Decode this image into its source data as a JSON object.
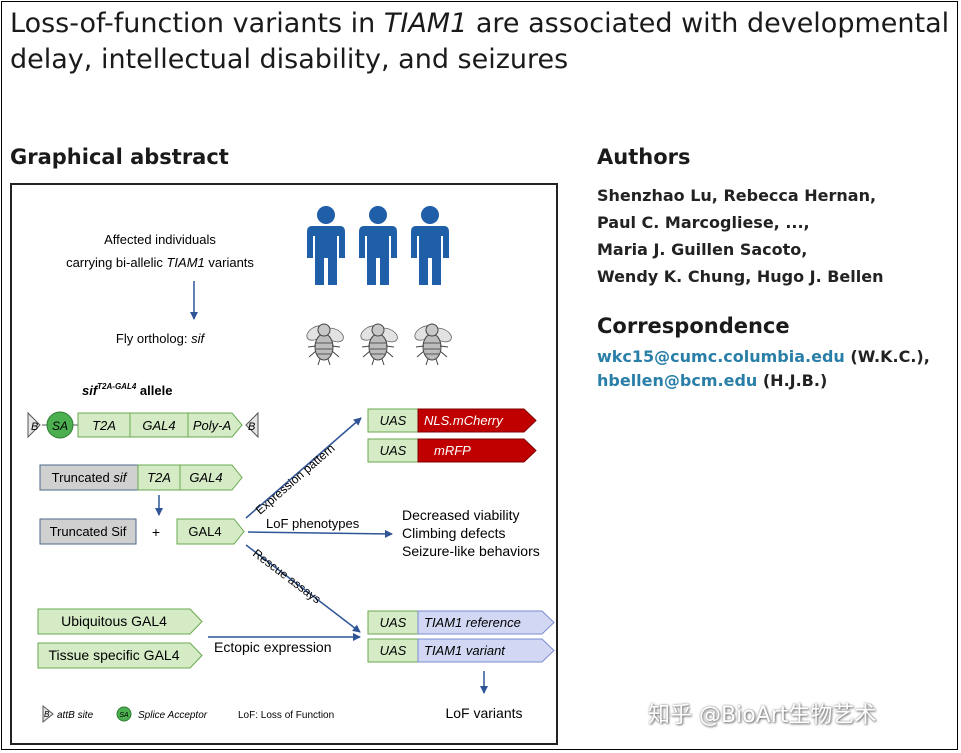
{
  "title": {
    "part1": "Loss-of-function variants in ",
    "italic": "TIAM1",
    "part2": " are associated with developmental delay, intellectual disability, and seizures"
  },
  "graphical_abstract": {
    "heading": "Graphical abstract",
    "affected_line1": "Affected individuals",
    "affected_line2_a": "carrying bi-allelic ",
    "affected_line2_italic": "TIAM1",
    "affected_line2_b": " variants",
    "fly_ortholog_a": "Fly ortholog: ",
    "fly_ortholog_italic": "sif",
    "allele_label_sif": "sif",
    "allele_label_sup": "T2A-GAL4",
    "allele_label_suffix": " allele",
    "construct": {
      "b": "B",
      "sa": "SA",
      "t2a": "T2A",
      "gal4": "GAL4",
      "polya": "Poly-A"
    },
    "truncated_sif_a": "Truncated ",
    "truncated_sif_italic": "sif",
    "truncated_Sif": "Truncated Sif",
    "plus": "+",
    "gal4": "GAL4",
    "uas": "UAS",
    "nls_mcherry": "NLS.mCherry",
    "mrfp": "mRFP",
    "expression_pattern": "Expression pattern",
    "lof_phenotypes": "LoF phenotypes",
    "rescue_assays": "Rescue assays",
    "phenotypes": [
      "Decreased viability",
      "Climbing defects",
      "Seizure-like behaviors"
    ],
    "ubiquitous_gal4": "Ubiquitous GAL4",
    "tissue_gal4": "Tissue specific GAL4",
    "ectopic_expression": "Ectopic expression",
    "tiam1_reference": "TIAM1 reference",
    "tiam1_variant": "TIAM1 variant",
    "lof_variants": "LoF variants",
    "legend": {
      "attb": "attB site",
      "splice": "Splice Acceptor",
      "lof": "LoF: Loss of Function"
    }
  },
  "authors": {
    "heading": "Authors",
    "lines": [
      "Shenzhao Lu, Rebecca Hernan,",
      "Paul C. Marcogliese, ...,",
      "Maria J. Guillen Sacoto,",
      "Wendy K. Chung, Hugo J. Bellen"
    ]
  },
  "correspondence": {
    "heading": "Correspondence",
    "email1": "wkc15@cumc.columbia.edu",
    "who1": " (W.K.C.),",
    "email2": "hbellen@bcm.edu",
    "who2": " (H.J.B.)"
  },
  "watermark": "知乎 @BioArt生物艺术",
  "colors": {
    "person": "#1f5fa8",
    "green_box": "#d5ebc6",
    "green_border": "#6aa84f",
    "red_box": "#c00000",
    "blue_box": "#d2d8f4",
    "arrow": "#2f5597",
    "gray_box": "#d0d0d0"
  }
}
